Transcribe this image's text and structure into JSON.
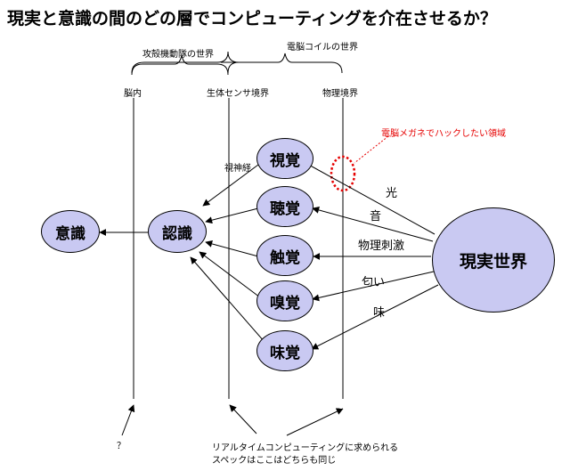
{
  "title": "現実と意識の間のどの層でコンピューティングを介在させるか？",
  "braces": {
    "ghost": "攻殻機動隊の世界",
    "dennou": "電脳コイルの世界"
  },
  "boundaries": {
    "brain": "脳内",
    "sensor": "生体センサ境界",
    "physical": "物理境界"
  },
  "annotation": "電脳メガネでハックしたい領域",
  "nerve_label": "視神経",
  "nodes": {
    "consciousness": "意識",
    "recognition": "認識",
    "sight": "視覚",
    "hearing": "聴覚",
    "touch": "触覚",
    "smell": "嗅覚",
    "taste": "味覚",
    "reality": "現実世界"
  },
  "stimuli": {
    "light": "光",
    "sound": "音",
    "physical": "物理刺激",
    "odor": "匂い",
    "flavor": "味"
  },
  "bottom": {
    "question": "？",
    "spec_line1": "リアルタイムコンピューティングに求められる",
    "spec_line2": "スペックはここはどちらも同じ"
  },
  "colors": {
    "node_fill": "#c9c9f2",
    "annotation": "#e60000"
  }
}
